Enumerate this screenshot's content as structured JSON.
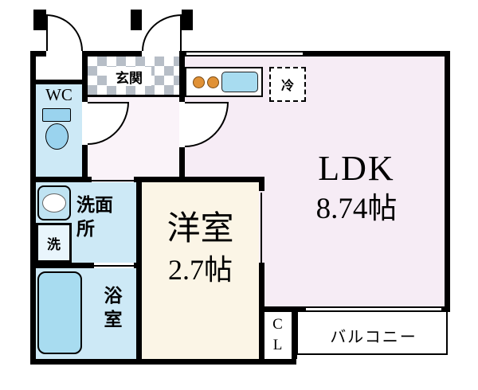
{
  "plan": {
    "ldk": {
      "label": "LDK",
      "size": "8.74帖"
    },
    "western": {
      "label": "洋室",
      "size": "2.7帖"
    },
    "balcony": {
      "label": "バルコニー"
    },
    "closet": {
      "line1": "C",
      "line2": "L"
    },
    "entrance": {
      "label": "玄関"
    },
    "wc": {
      "label": "WC"
    },
    "washroom": {
      "line1": "洗面",
      "line2": "所"
    },
    "laundry": {
      "label": "洗"
    },
    "bathroom": {
      "line1": "浴",
      "line2": "室"
    },
    "fridge": {
      "label": "冷"
    }
  },
  "colors": {
    "wall": "#000000",
    "ldk_floor": "#f6ecf5",
    "hall_floor": "#faf3f9",
    "western_floor": "#fbf5e6",
    "wet_area_floor": "#cde9f6",
    "fixture_blue": "#a8dcf0",
    "burner_orange": "#e09136",
    "entrance_tile_gray": "#b7bec7"
  }
}
